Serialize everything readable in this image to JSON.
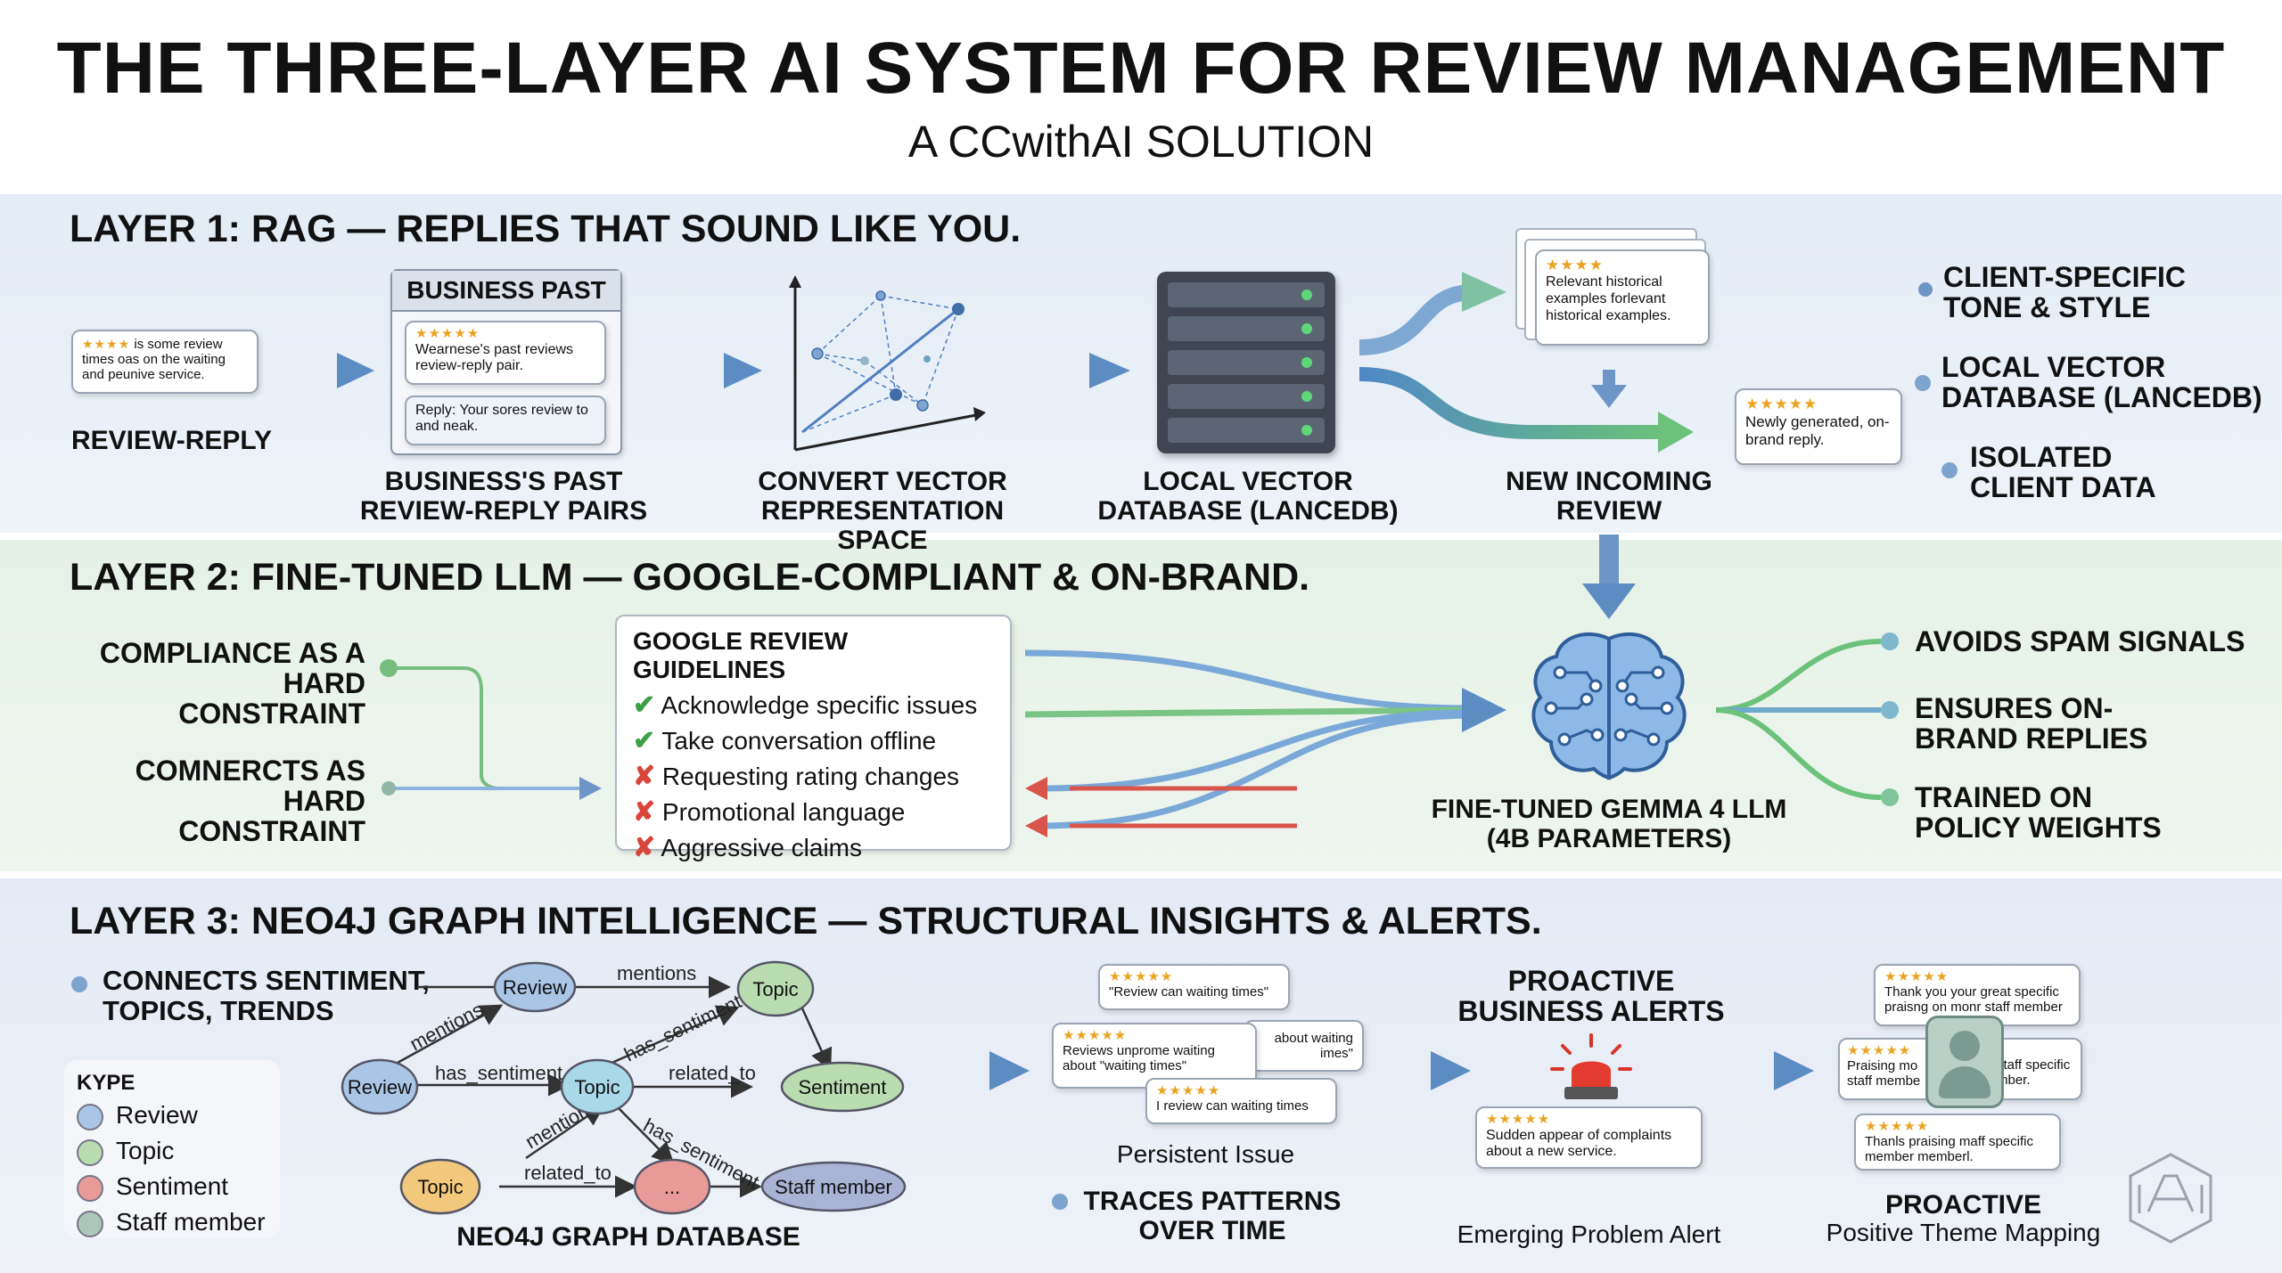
{
  "header": {
    "title": "THE THREE-LAYER AI SYSTEM FOR REVIEW MANAGEMENT",
    "subtitle": "A CCwithAI SOLUTION"
  },
  "layer1": {
    "title": "LAYER 1: RAG — REPLIES THAT SOUND LIKE YOU.",
    "review_bubble": {
      "stars": "★★★★",
      "text": "is some review times oas on the waiting and peunive service."
    },
    "review_label": "REVIEW-REPLY",
    "past_card": {
      "header": "BUSINESS PAST",
      "review_stars": "★★★★★",
      "review_text": "Wearnese's past reviews review-reply pair.",
      "reply_text": "Reply: Your sores review to and neak."
    },
    "past_label": "BUSINESS'S PAST REVIEW-REPLY PAIRS",
    "vector_label": "CONVERT VECTOR REPRESENTATION SPACE",
    "db_label": "LOCAL VECTOR DATABASE (LANCEDB)",
    "historical_card": {
      "stars": "★★★★",
      "text": "Relevant historical examples forlevant historical examples."
    },
    "new_review_label": "NEW INCOMING REVIEW",
    "generated_card": {
      "stars": "★★★★★",
      "text": "Newly generated, on-brand reply."
    },
    "outputs": [
      "CLIENT-SPECIFIC TONE & STYLE",
      "LOCAL VECTOR DATABASE (LANCEDB)",
      "ISOLATED CLIENT DATA"
    ]
  },
  "layer2": {
    "title": "LAYER 2: FINE-TUNED LLM — GOOGLE-COMPLIANT & ON-BRAND.",
    "inputs": [
      "COMPLIANCE AS A HARD CONSTRAINT",
      "COMNERCTS AS HARD CONSTRAINT"
    ],
    "guidelines_title": "GOOGLE REVIEW GUIDELINES",
    "guidelines": [
      {
        "ok": true,
        "text": "Acknowledge specific issues"
      },
      {
        "ok": true,
        "text": "Take conversation offline"
      },
      {
        "ok": false,
        "text": "Requesting rating changes"
      },
      {
        "ok": false,
        "text": "Promotional language"
      },
      {
        "ok": false,
        "text": "Aggressive claims"
      }
    ],
    "model_label": "FINE-TUNED GEMMA 4 LLM (4B PARAMETERS)",
    "outputs": [
      "AVOIDS SPAM SIGNALS",
      "ENSURES ON-BRAND REPLIES",
      "TRAINED ON POLICY WEIGHTS"
    ]
  },
  "layer3": {
    "title": "LAYER 3: NEO4J GRAPH INTELLIGENCE — STRUCTURAL INSIGHTS & ALERTS.",
    "connects": "CONNECTS SENTIMENT, TOPICS, TRENDS",
    "legend_title": "KYPE",
    "legend": [
      {
        "label": "Review",
        "color": "#a9c6e6"
      },
      {
        "label": "Topic",
        "color": "#b9dcb0"
      },
      {
        "label": "Sentiment",
        "color": "#e79a98"
      },
      {
        "label": "Staff member",
        "color": "#a9c8b9"
      }
    ],
    "graph": {
      "nodes": [
        "Review",
        "Topic",
        "Review",
        "Topic",
        "Sentiment",
        "Topic",
        "...",
        "Staff member"
      ],
      "edges": [
        "mentions",
        "mentions",
        "has_sentiment",
        "has_sentiment",
        "related_to",
        "mentions",
        "related_to",
        "has_sentiment"
      ]
    },
    "graph_label": "NEO4J GRAPH DATABASE",
    "persistent": {
      "cards": [
        {
          "stars": "★★★★★",
          "text": "\"Review can waiting times\""
        },
        {
          "stars": "",
          "text": "about waiting imes\""
        },
        {
          "stars": "★★★★★",
          "text": "Reviews unprome waiting about \"waiting times\""
        },
        {
          "stars": "★★★★★",
          "text": "I review can waiting times"
        }
      ],
      "label": "Persistent Issue"
    },
    "traces": "TRACES PATTERNS OVER TIME",
    "alerts_title": "PROACTIVE BUSINESS ALERTS",
    "alert_card": {
      "stars": "★★★★★",
      "text": "Sudden appear of complaints about a new service."
    },
    "alert_label": "Emerging Problem Alert",
    "positive": {
      "cards": [
        {
          "stars": "★★★★★",
          "text": "Thank you your great specific praisng on monr staff member"
        },
        {
          "stars": "★★★★★",
          "text": "Praising mo staff membe"
        },
        {
          "stars": "",
          "text": "staff specific mber."
        },
        {
          "stars": "★★★★★",
          "text": "Thanls praising maff specific member memberl."
        }
      ],
      "title": "PROACTIVE",
      "label": "Positive Theme Mapping"
    }
  }
}
